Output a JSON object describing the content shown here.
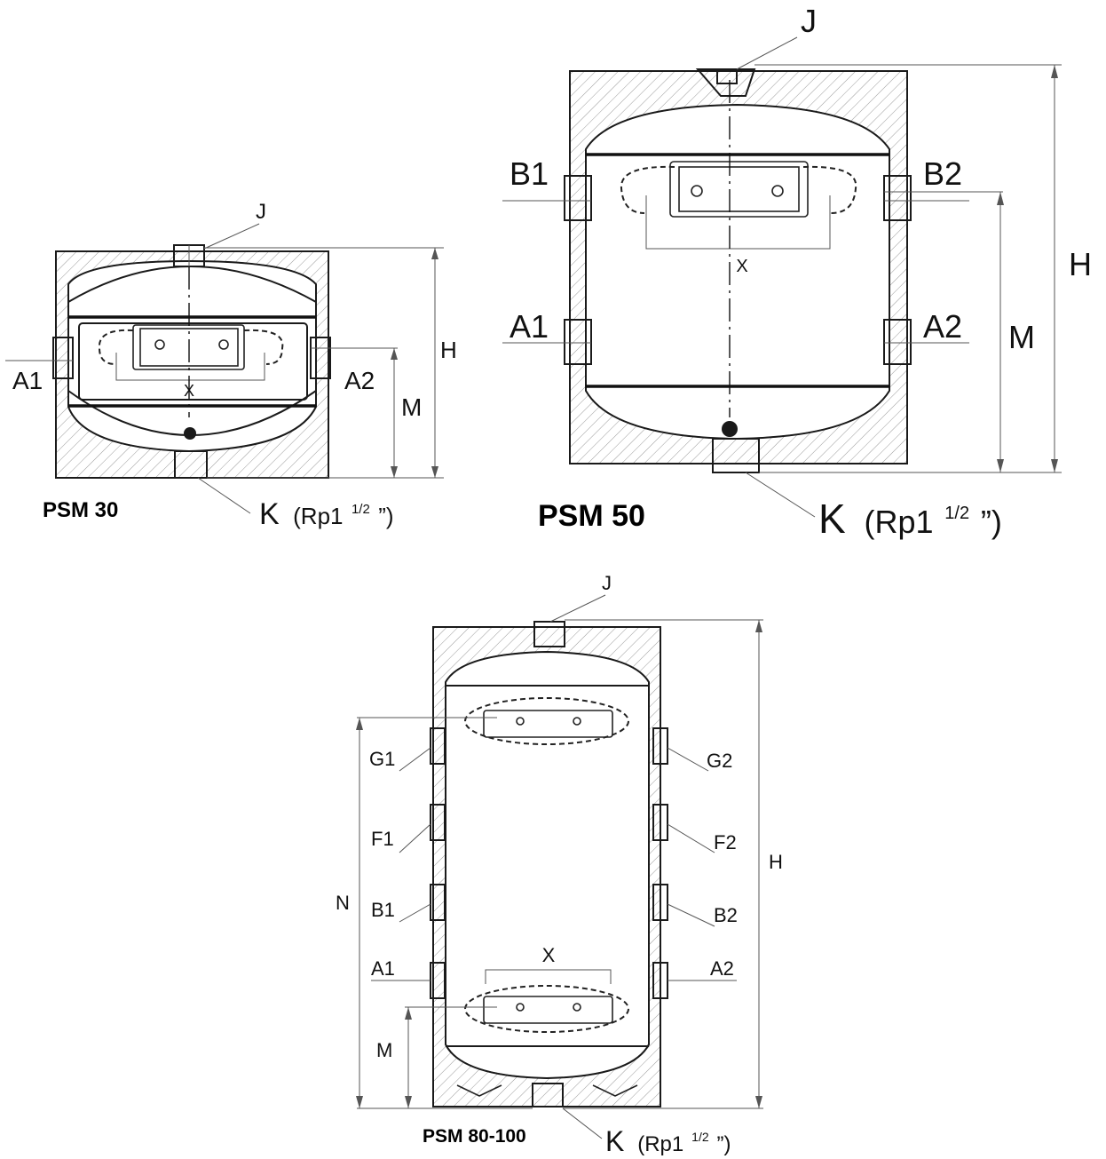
{
  "diagrams": {
    "psm30": {
      "title": "PSM 30",
      "labels": {
        "j": "J",
        "h": "H",
        "m": "M",
        "x": "X",
        "a1": "A1",
        "a2": "A2",
        "k": "K",
        "k_spec_prefix": "(Rp1",
        "k_spec_super": "1/2",
        "k_spec_suffix": "”)"
      }
    },
    "psm50": {
      "title": "PSM 50",
      "labels": {
        "j": "J",
        "h": "H",
        "m": "M",
        "x": "X",
        "a1": "A1",
        "a2": "A2",
        "b1": "B1",
        "b2": "B2",
        "k": "K",
        "k_spec_prefix": "(Rp1",
        "k_spec_super": "1/2",
        "k_spec_suffix": "”)"
      }
    },
    "psm80": {
      "title": "PSM 80-100",
      "labels": {
        "j": "J",
        "h": "H",
        "n": "N",
        "m": "M",
        "x": "X",
        "g1": "G1",
        "g2": "G2",
        "f1": "F1",
        "f2": "F2",
        "b1": "B1",
        "b2": "B2",
        "a1": "A1",
        "a2": "A2",
        "k": "K",
        "k_spec_prefix": "(Rp1",
        "k_spec_super": "1/2",
        "k_spec_suffix": "”)"
      }
    }
  }
}
